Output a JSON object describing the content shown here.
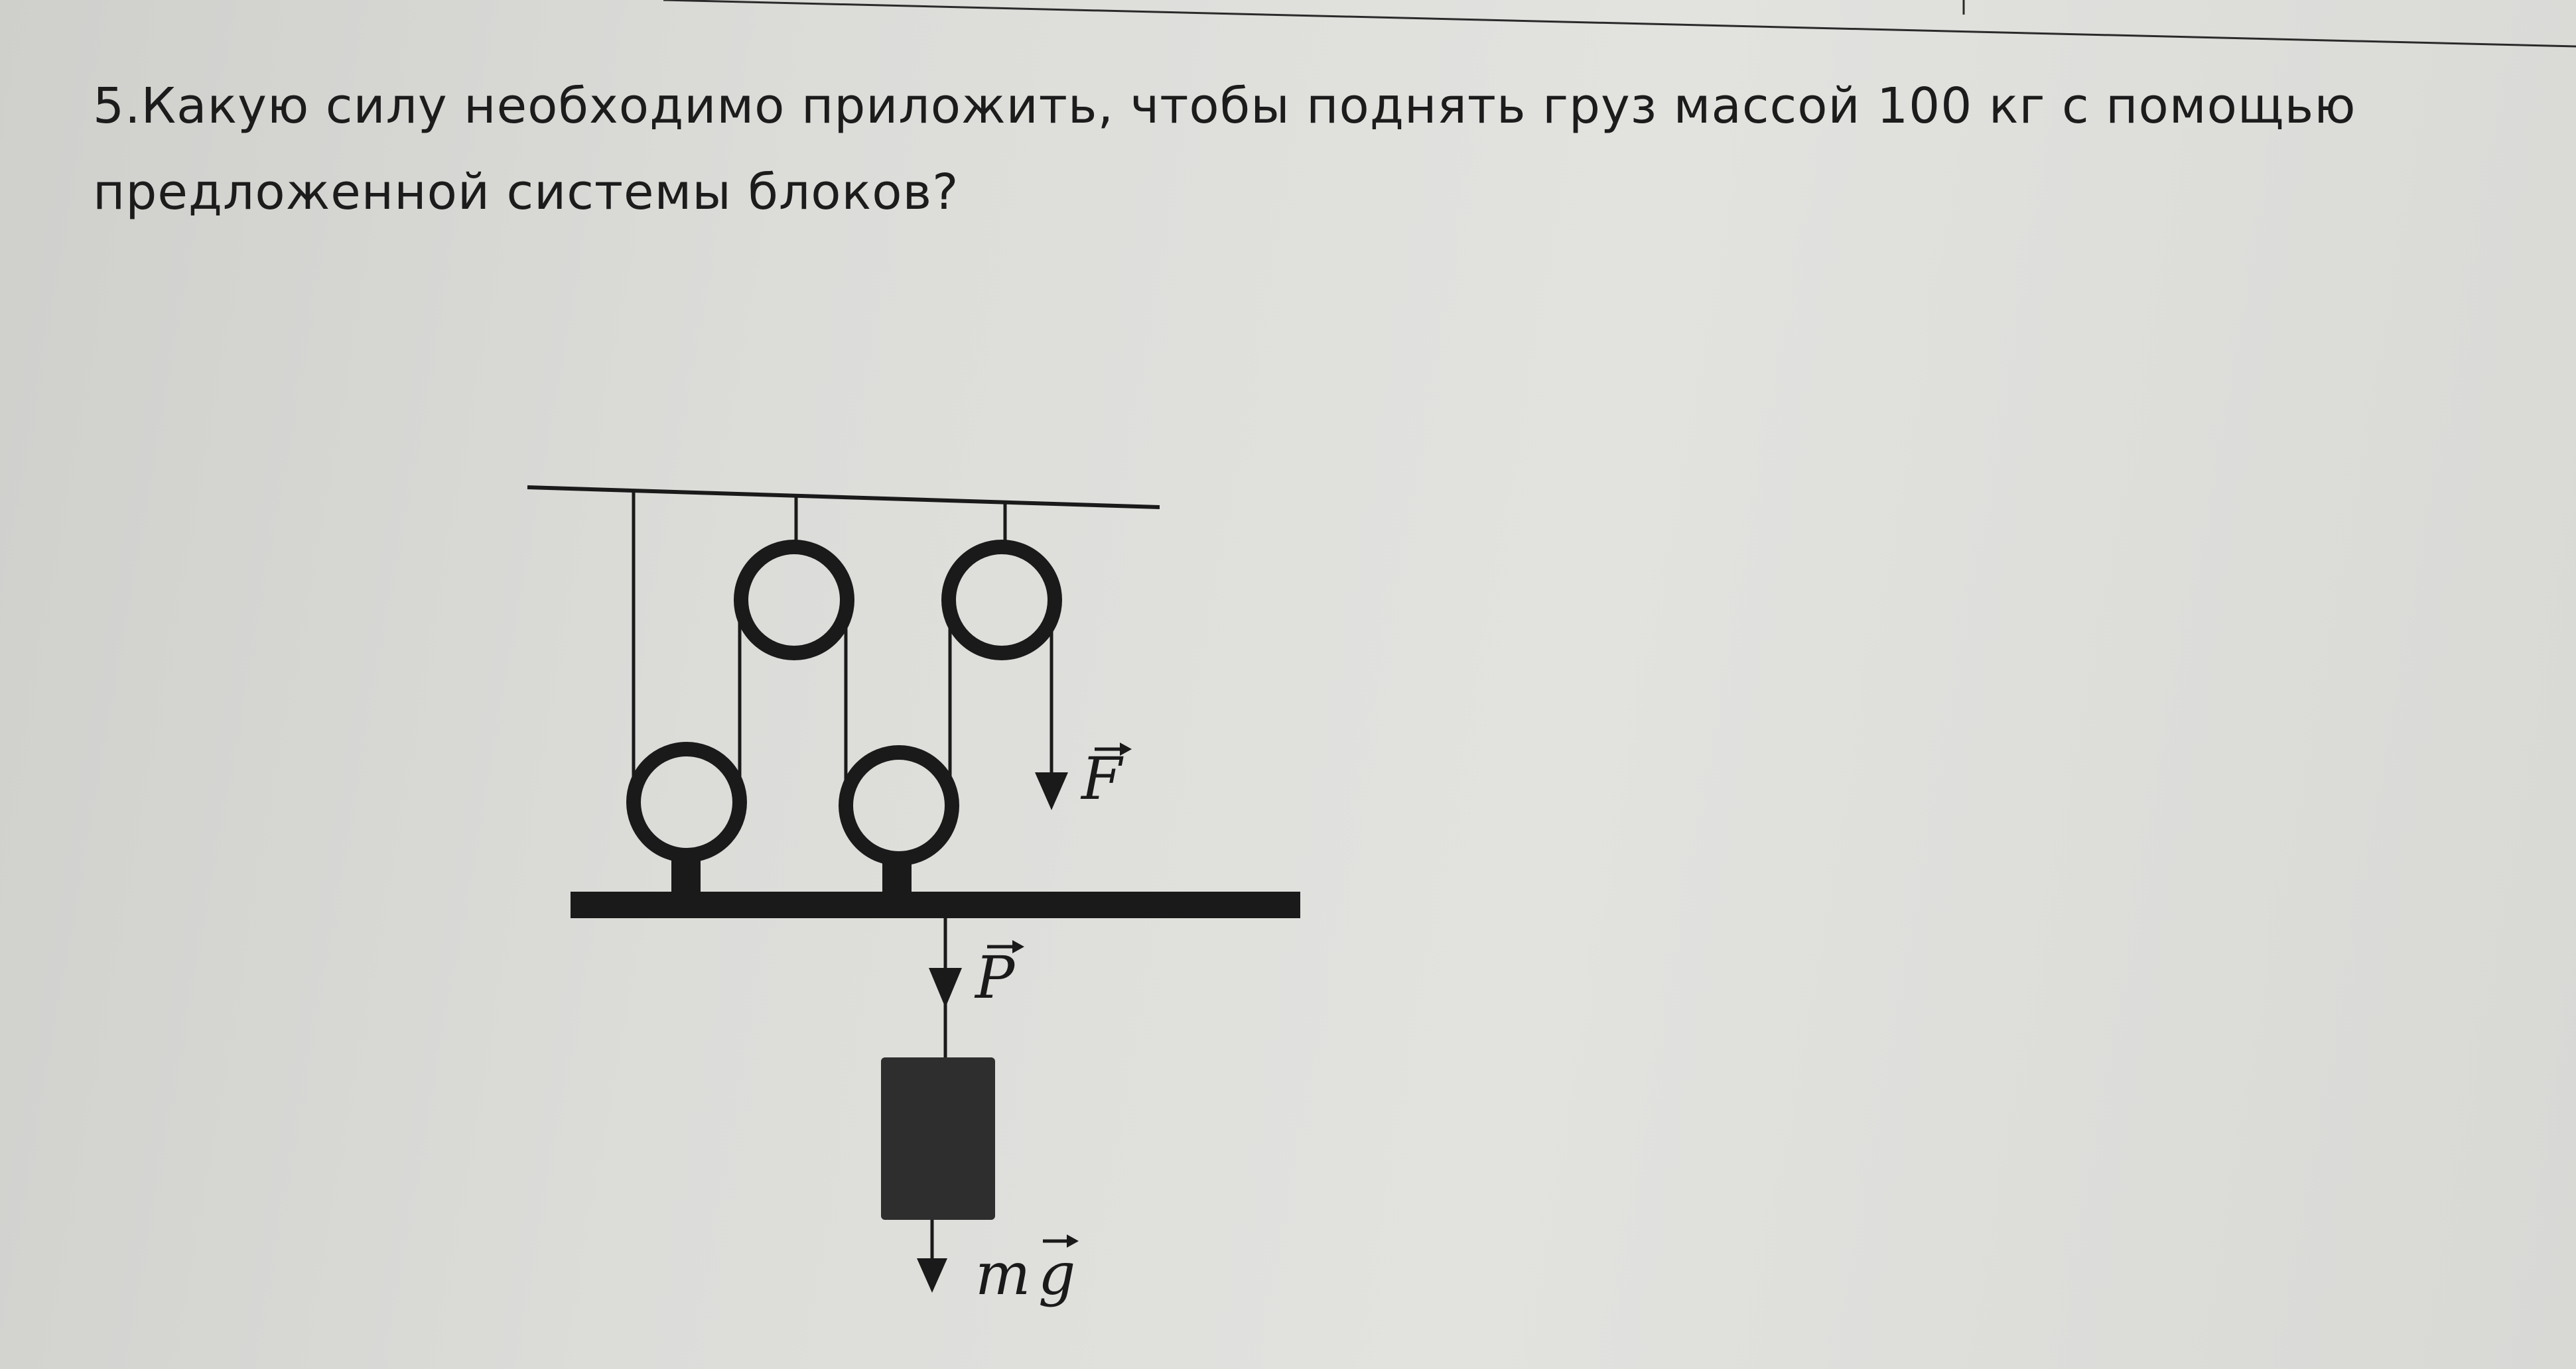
{
  "question": {
    "line1": "5.Какую силу необходимо приложить, чтобы поднять груз массой 100 кг с помощью",
    "line2": "предложенной системы блоков?"
  },
  "diagram": {
    "labels": {
      "force": "F",
      "weight_p": "P",
      "gravity_m": "m",
      "gravity_g": "g"
    },
    "colors": {
      "ink": "#1a1a1a",
      "load": "#2e2e2e"
    }
  }
}
